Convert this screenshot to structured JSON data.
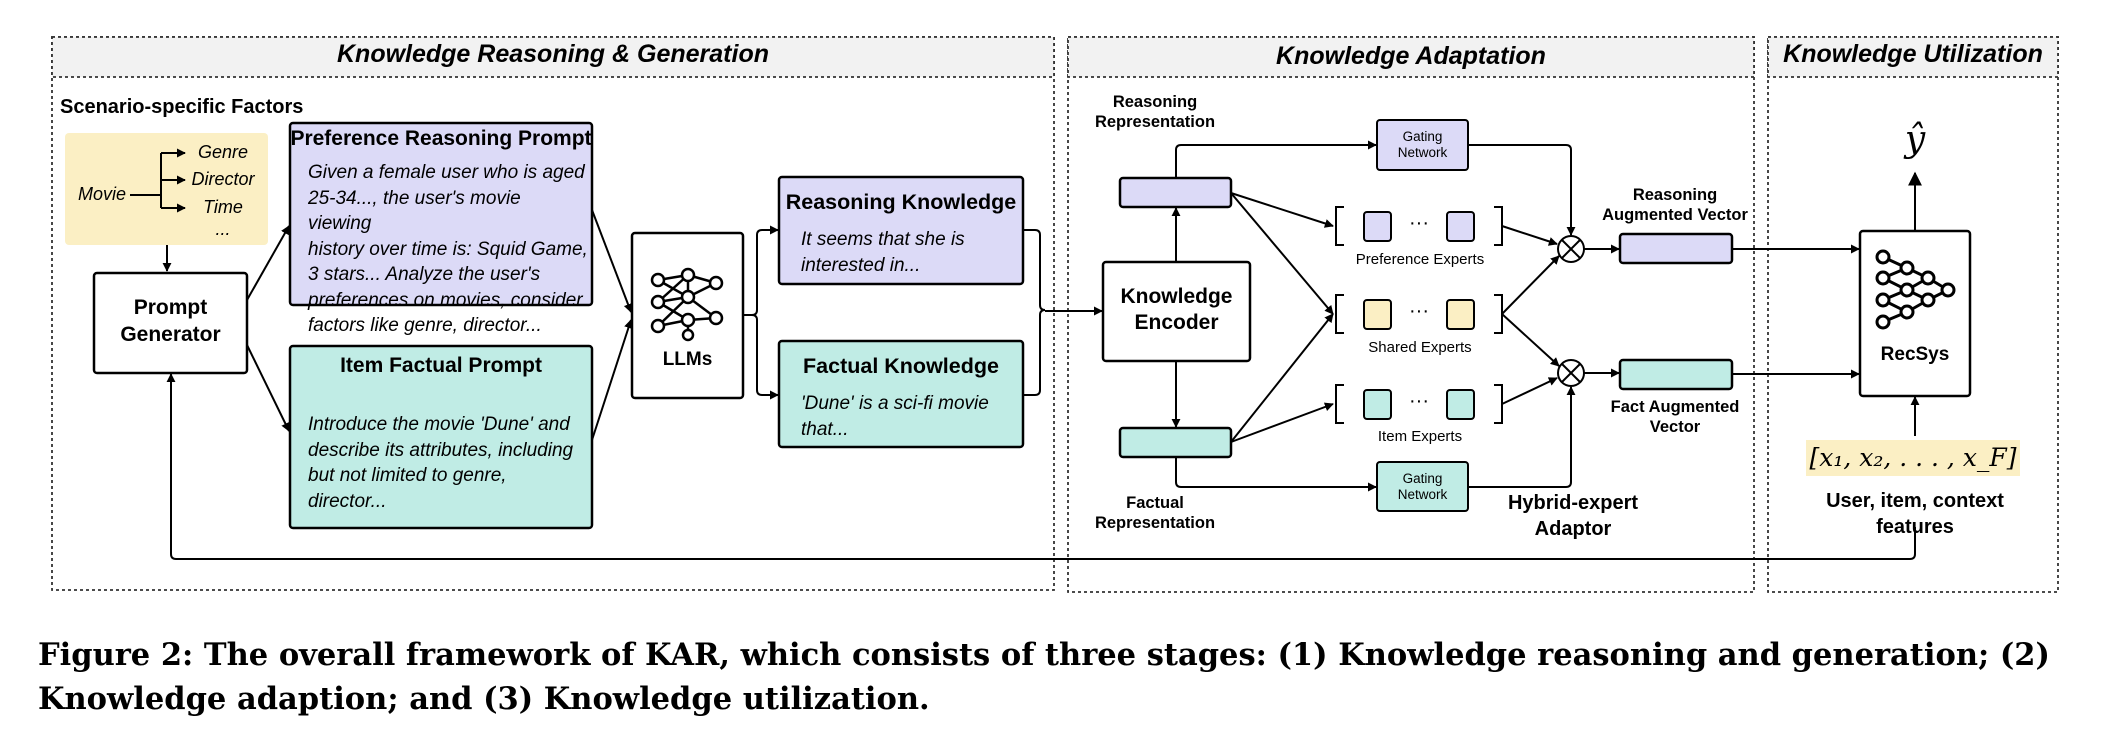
{
  "stages": {
    "reasoning_generation": "Knowledge Reasoning & Generation",
    "adaptation": "Knowledge Adaptation",
    "utilization": "Knowledge Utilization"
  },
  "scenario": {
    "title": "Scenario-specific Factors",
    "movie": "Movie",
    "factors": [
      "Genre",
      "Director",
      "Time",
      "..."
    ]
  },
  "prompt_generator": {
    "line1": "Prompt",
    "line2": "Generator"
  },
  "preference_prompt": {
    "title": "Preference Reasoning Prompt",
    "lines": [
      "Given a female user who is aged",
      "25-34..., the user's movie viewing",
      "history over time is: Squid Game,",
      "3 stars... Analyze the user's",
      "preferences on movies, consider",
      "factors like genre, director..."
    ]
  },
  "item_prompt": {
    "title": "Item Factual Prompt",
    "lines": [
      "Introduce the movie 'Dune' and",
      "describe its attributes, including",
      "but not limited to genre, director..."
    ]
  },
  "llms": {
    "label": "LLMs"
  },
  "reasoning_knowledge": {
    "title": "Reasoning Knowledge",
    "lines": [
      "It seems that she is",
      "interested in..."
    ]
  },
  "factual_knowledge": {
    "title": "Factual Knowledge",
    "lines": [
      "'Dune' is a sci-fi movie",
      "that..."
    ]
  },
  "adaptation": {
    "reasoning_rep": [
      "Reasoning",
      "Representation"
    ],
    "factual_rep": [
      "Factual",
      "Representation"
    ],
    "encoder": [
      "Knowledge",
      "Encoder"
    ],
    "gating": [
      "Gating",
      "Network"
    ],
    "preference_experts": "Preference Experts",
    "shared_experts": "Shared Experts",
    "item_experts": "Item Experts",
    "ellipsis": "···",
    "hybrid": [
      "Hybrid-expert",
      "Adaptor"
    ],
    "reasoning_vec": [
      "Reasoning",
      "Augmented Vector"
    ],
    "fact_vec": [
      "Fact Augmented",
      "Vector"
    ]
  },
  "utilization": {
    "y_hat": "ŷ",
    "recsys": "RecSys",
    "features_formula": "[x₁, x₂, . . . , x_F]",
    "features_label": [
      "User, item, context",
      "features"
    ]
  },
  "caption": "Figure 2: The overall framework of KAR, which consists of three stages: (1) Knowledge reasoning and generation; (2) Knowledge adaption; and (3) Knowledge utilization.",
  "colors": {
    "lavender": "#dcdaf7",
    "teal": "#c0ece5",
    "yellow": "#fbefc4",
    "stage_header": "#f2f2f2"
  }
}
